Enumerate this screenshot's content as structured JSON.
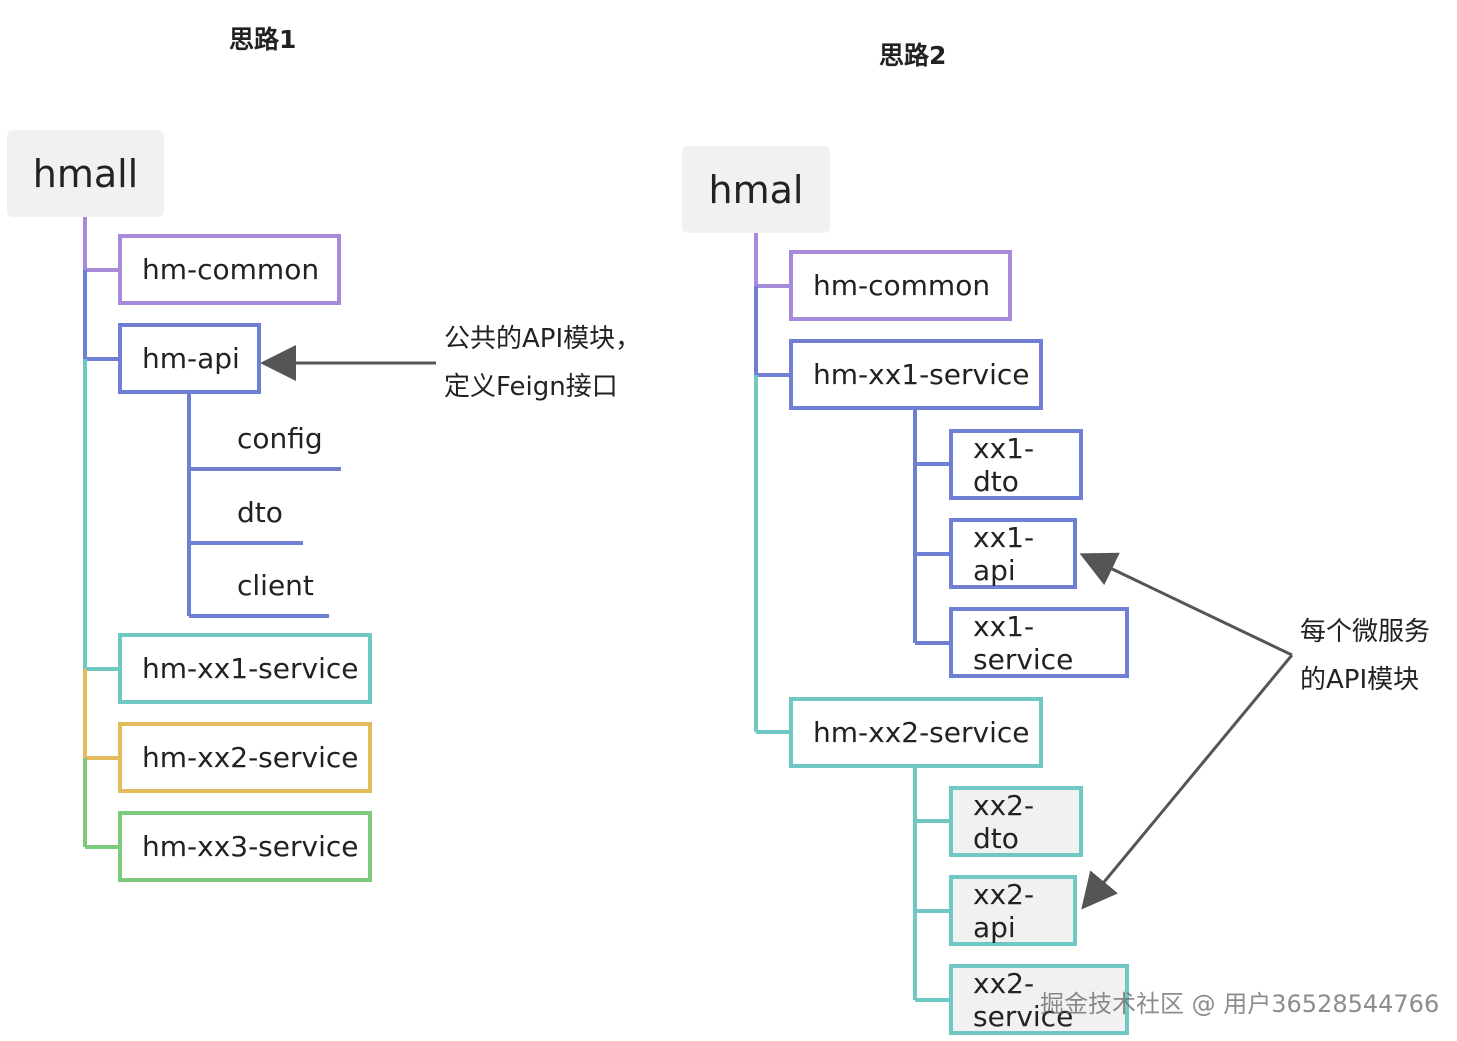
{
  "colors": {
    "purple": "#a78bda",
    "blue": "#6f7fd3",
    "teal": "#6fc8c4",
    "yellow": "#e2bb5c",
    "green": "#7ccb7c",
    "arrow": "#555555",
    "node_fill_gray": "#f1f1f1"
  },
  "left": {
    "title": "思路1",
    "root": "hmall",
    "nodes": {
      "common": "hm-common",
      "api": "hm-api",
      "xx1": "hm-xx1-service",
      "xx2": "hm-xx2-service",
      "xx3": "hm-xx3-service"
    },
    "api_children": [
      "config",
      "dto",
      "client"
    ],
    "note_lines": [
      "公共的API模块，",
      "定义Feign接口"
    ]
  },
  "right": {
    "title": "思路2",
    "root": "hmal",
    "nodes": {
      "common": "hm-common",
      "xx1": "hm-xx1-service",
      "xx2": "hm-xx2-service"
    },
    "xx1_children": [
      "xx1-dto",
      "xx1-api",
      "xx1-service"
    ],
    "xx2_children": [
      "xx2-dto",
      "xx2-api",
      "xx2-service"
    ],
    "note_lines": [
      "每个微服务",
      "的API模块"
    ]
  },
  "watermark": "掘金技术社区 @ 用户36528544766"
}
